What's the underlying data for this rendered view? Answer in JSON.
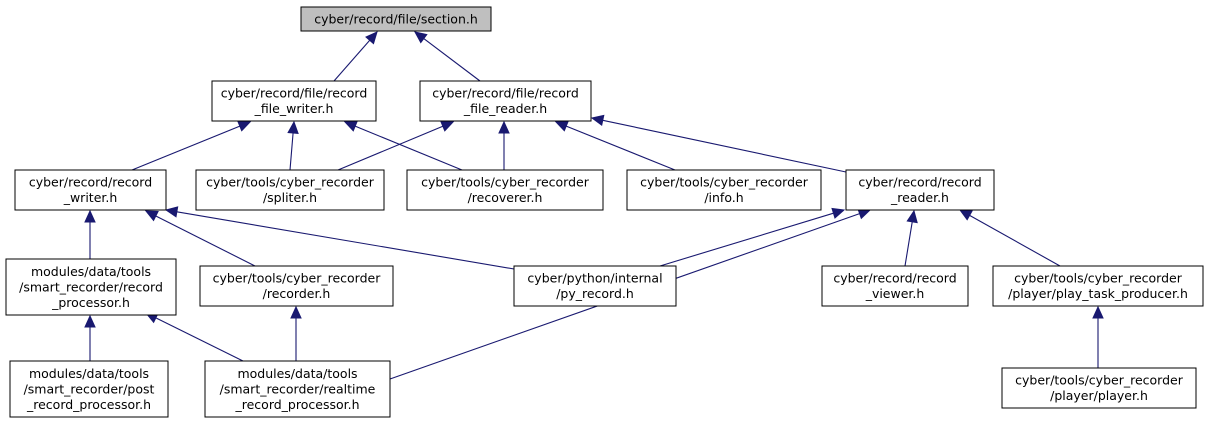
{
  "colors": {
    "node_fill": "#ffffff",
    "highlight_fill": "#bfbfbf",
    "node_stroke": "#000000",
    "edge": "#191970"
  },
  "graph": {
    "nodes": [
      {
        "id": "section",
        "lines": [
          "cyber/record/file/section.h"
        ],
        "highlight": true
      },
      {
        "id": "record_file_writer",
        "lines": [
          "cyber/record/file/record",
          "_file_writer.h"
        ]
      },
      {
        "id": "record_file_reader",
        "lines": [
          "cyber/record/file/record",
          "_file_reader.h"
        ]
      },
      {
        "id": "record_writer",
        "lines": [
          "cyber/record/record",
          "_writer.h"
        ]
      },
      {
        "id": "spliter",
        "lines": [
          "cyber/tools/cyber_recorder",
          "/spliter.h"
        ]
      },
      {
        "id": "recoverer",
        "lines": [
          "cyber/tools/cyber_recorder",
          "/recoverer.h"
        ]
      },
      {
        "id": "info",
        "lines": [
          "cyber/tools/cyber_recorder",
          "/info.h"
        ]
      },
      {
        "id": "record_reader",
        "lines": [
          "cyber/record/record",
          "_reader.h"
        ]
      },
      {
        "id": "smart_record_processor",
        "lines": [
          "modules/data/tools",
          "/smart_recorder/record",
          "_processor.h"
        ]
      },
      {
        "id": "recorder",
        "lines": [
          "cyber/tools/cyber_recorder",
          "/recorder.h"
        ]
      },
      {
        "id": "py_record",
        "lines": [
          "cyber/python/internal",
          "/py_record.h"
        ]
      },
      {
        "id": "record_viewer",
        "lines": [
          "cyber/record/record",
          "_viewer.h"
        ]
      },
      {
        "id": "play_task_producer",
        "lines": [
          "cyber/tools/cyber_recorder",
          "/player/play_task_producer.h"
        ]
      },
      {
        "id": "post_record_processor",
        "lines": [
          "modules/data/tools",
          "/smart_recorder/post",
          "_record_processor.h"
        ]
      },
      {
        "id": "realtime_record_processor",
        "lines": [
          "modules/data/tools",
          "/smart_recorder/realtime",
          "_record_processor.h"
        ]
      },
      {
        "id": "player",
        "lines": [
          "cyber/tools/cyber_recorder",
          "/player/player.h"
        ]
      }
    ],
    "edges": [
      {
        "from": "record_file_writer",
        "to": "section"
      },
      {
        "from": "record_file_reader",
        "to": "section"
      },
      {
        "from": "record_writer",
        "to": "record_file_writer"
      },
      {
        "from": "spliter",
        "to": "record_file_writer"
      },
      {
        "from": "recoverer",
        "to": "record_file_writer"
      },
      {
        "from": "spliter",
        "to": "record_file_reader"
      },
      {
        "from": "recoverer",
        "to": "record_file_reader"
      },
      {
        "from": "info",
        "to": "record_file_reader"
      },
      {
        "from": "record_reader",
        "to": "record_file_reader"
      },
      {
        "from": "smart_record_processor",
        "to": "record_writer"
      },
      {
        "from": "recorder",
        "to": "record_writer"
      },
      {
        "from": "py_record",
        "to": "record_writer"
      },
      {
        "from": "py_record",
        "to": "record_reader"
      },
      {
        "from": "realtime_record_processor",
        "to": "record_reader"
      },
      {
        "from": "record_viewer",
        "to": "record_reader"
      },
      {
        "from": "play_task_producer",
        "to": "record_reader"
      },
      {
        "from": "post_record_processor",
        "to": "smart_record_processor"
      },
      {
        "from": "realtime_record_processor",
        "to": "smart_record_processor"
      },
      {
        "from": "realtime_record_processor",
        "to": "recorder"
      },
      {
        "from": "player",
        "to": "play_task_producer"
      }
    ]
  }
}
